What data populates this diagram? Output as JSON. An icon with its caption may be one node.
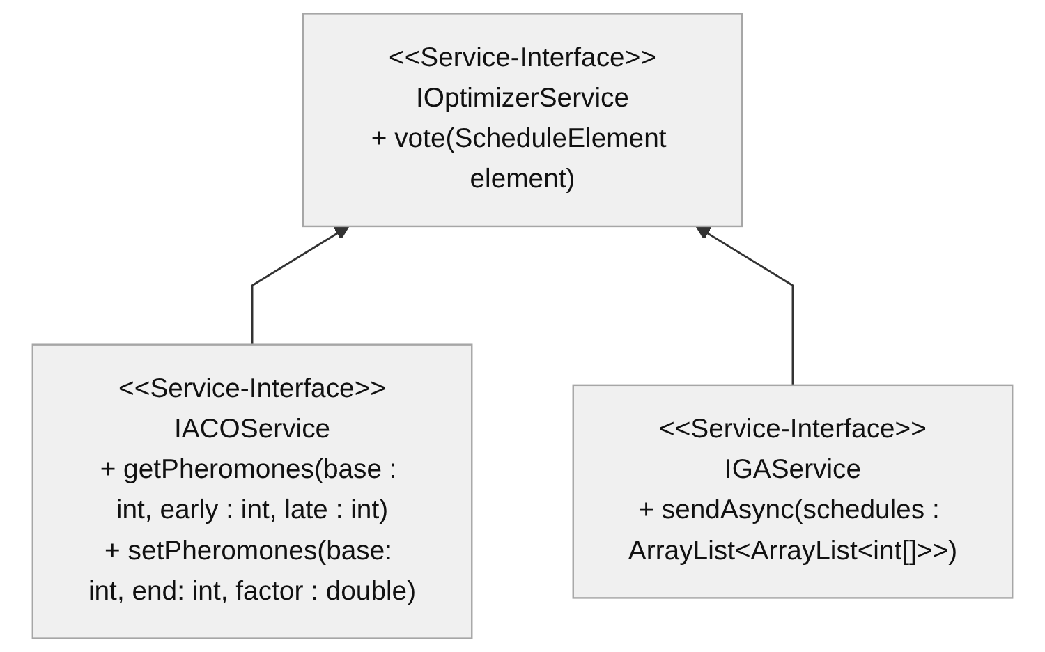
{
  "diagram": {
    "nodes": [
      {
        "text": [
          "<<Service-Interface>>",
          "IOptimizerService",
          "+ vote(ScheduleElement element)"
        ]
      },
      {
        "text": [
          "<<Service-Interface>>",
          "IACOService",
          "+ getPheromones(base : int, early : int, late : int)",
          "+ setPheromones(base: int, end: int, factor : double)"
        ]
      },
      {
        "text": [
          "<<Service-Interface>>",
          "IGAService",
          "+ sendAsync(schedules : ArrayList<ArrayList<int[]>>)"
        ]
      }
    ],
    "edges": [
      {
        "from": 1,
        "to": 0,
        "arrow": "to"
      },
      {
        "from": 2,
        "to": 0,
        "arrow": "to"
      }
    ]
  }
}
